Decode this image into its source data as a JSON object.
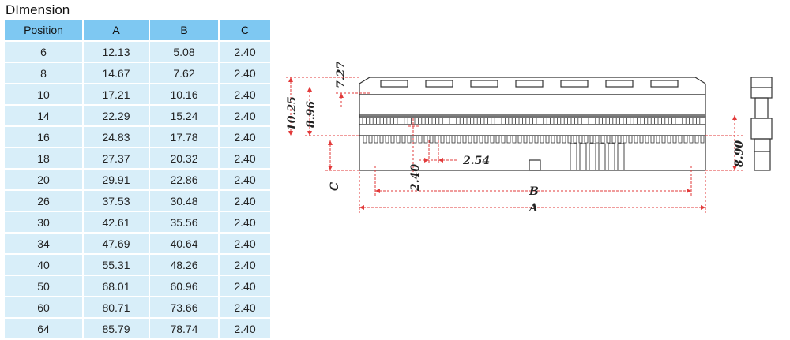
{
  "title": "DImension",
  "table": {
    "headers": [
      "Position",
      "A",
      "B",
      "C"
    ],
    "rows": [
      [
        "6",
        "12.13",
        "5.08",
        "2.40"
      ],
      [
        "8",
        "14.67",
        "7.62",
        "2.40"
      ],
      [
        "10",
        "17.21",
        "10.16",
        "2.40"
      ],
      [
        "14",
        "22.29",
        "15.24",
        "2.40"
      ],
      [
        "16",
        "24.83",
        "17.78",
        "2.40"
      ],
      [
        "18",
        "27.37",
        "20.32",
        "2.40"
      ],
      [
        "20",
        "29.91",
        "22.86",
        "2.40"
      ],
      [
        "26",
        "37.53",
        "30.48",
        "2.40"
      ],
      [
        "30",
        "42.61",
        "35.56",
        "2.40"
      ],
      [
        "34",
        "47.69",
        "40.64",
        "2.40"
      ],
      [
        "40",
        "55.31",
        "48.26",
        "2.40"
      ],
      [
        "50",
        "68.01",
        "60.96",
        "2.40"
      ],
      [
        "60",
        "80.71",
        "73.66",
        "2.40"
      ],
      [
        "64",
        "85.79",
        "78.74",
        "2.40"
      ]
    ]
  },
  "drawing": {
    "dim_labels": {
      "d727": "7.27",
      "d1025": "10.25",
      "d896": "8.96",
      "d890": "8.90",
      "d254": "2.54",
      "d240": "2.40",
      "c": "C",
      "b": "B",
      "a": "A"
    },
    "line_color": "#333333",
    "dim_color": "#e23a3a"
  }
}
